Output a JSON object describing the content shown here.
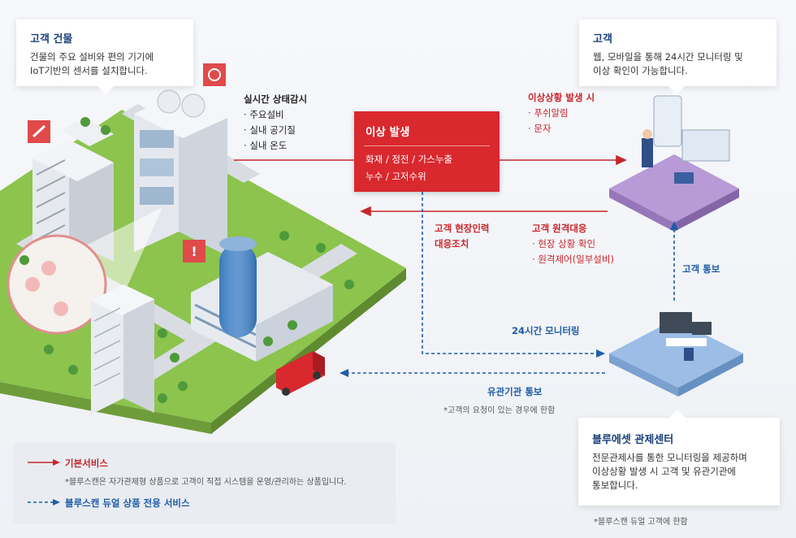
{
  "customer_building": {
    "title": "고객 건물",
    "description_lines": [
      "건물의 주요 설비와 편의 기기에",
      "IoT기반의 센서를 설치합니다."
    ]
  },
  "customer": {
    "title": "고객",
    "description_lines": [
      "웹, 모바일을 통해 24시간 모니터링 및",
      "이상 확인이 가능합니다."
    ]
  },
  "control_center": {
    "title": "블루에셋 관제센터",
    "description_lines": [
      "전문관제사를 통한 모니터링을 제공하며",
      "이상상황 발생 시 고객 및 유관기관에",
      "통보합니다."
    ],
    "footnote": "*블루스캔 듀얼 고객에 한함"
  },
  "realtime_monitoring": {
    "title": "실시간 상태감시",
    "items": [
      "주요설비",
      "실내 공기질",
      "실내 온도"
    ]
  },
  "alert": {
    "title": "이상 발생",
    "lines": [
      "화재 / 정전 / 가스누출",
      "누수 / 고저수위"
    ]
  },
  "on_alert": {
    "title": "이상상황 발생 시",
    "items": [
      "푸쉬알림",
      "문자"
    ]
  },
  "onsite_response": {
    "lines": [
      "고객 현장인력",
      "대응조치"
    ]
  },
  "remote_response": {
    "title": "고객 원격대응",
    "items": [
      "현장 상황 확인",
      "원격제어(일부설비)"
    ]
  },
  "customer_notify": "고객 통보",
  "monitoring_24h": "24시간 모니터링",
  "agency_notify": {
    "label": "유관기관 통보",
    "note": "*고객의 요청이 있는 경우에 한함"
  },
  "legend": {
    "basic_service": "기본서비스",
    "basic_note": "*블루스캔은 자가관제형 상품으로 고객이 직접 시스템을 운영/관리하는 상품입니다.",
    "dual_service": "블루스캔 듀얼 상품 전용 서비스"
  },
  "colors": {
    "red": "#d9282e",
    "blue": "#1e5da8",
    "green": "#7fb542",
    "purple": "#b89ad6"
  },
  "icons": [
    "gear-icon",
    "wrench-icon",
    "alert-icon",
    "fire-truck-icon",
    "monitor-icon"
  ]
}
